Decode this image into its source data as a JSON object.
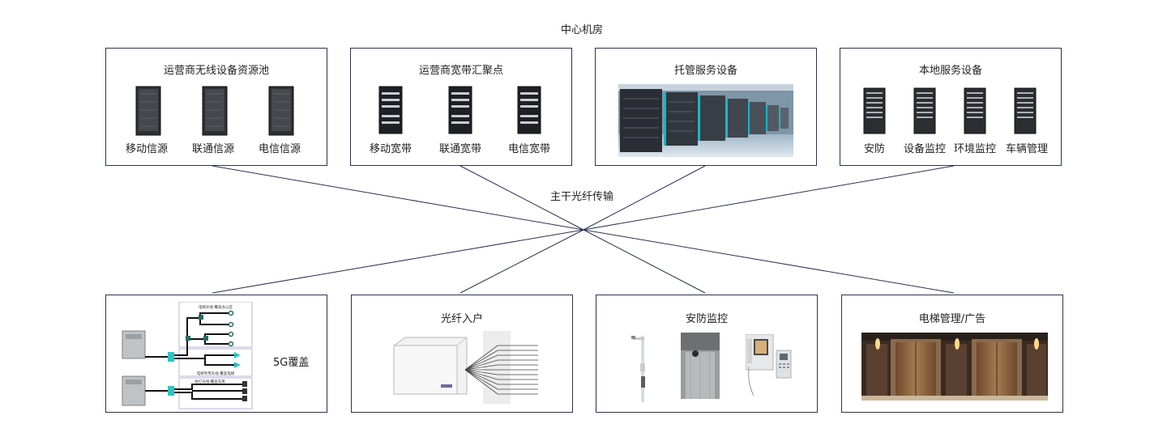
{
  "header": {
    "title": "中心机房"
  },
  "trunk_label": "主干光纤传输",
  "top_boxes": [
    {
      "title": "运营商无线设备资源池",
      "items": [
        "移动信源",
        "联通信源",
        "电信信源"
      ]
    },
    {
      "title": "运营商宽带汇聚点",
      "items": [
        "移动宽带",
        "联通宽带",
        "电信宽带"
      ]
    },
    {
      "title": "托管服务设备",
      "items": []
    },
    {
      "title": "本地服务设备",
      "items": [
        "安防",
        "设备监控",
        "环境监控",
        "车辆管理"
      ]
    }
  ],
  "bottom_boxes": [
    {
      "title": "5G覆盖",
      "sub_labels": [
        "电梯天线-覆盖办公区",
        "电梯专用天线-覆盖电梯",
        "射灯天线-覆盖车库"
      ]
    },
    {
      "title": "光纤入户"
    },
    {
      "title": "安防监控"
    },
    {
      "title": "电梯管理/广告"
    }
  ],
  "colors": {
    "border": "#2b3350",
    "line": "#2b3350",
    "accent": "#2ec4c4"
  }
}
